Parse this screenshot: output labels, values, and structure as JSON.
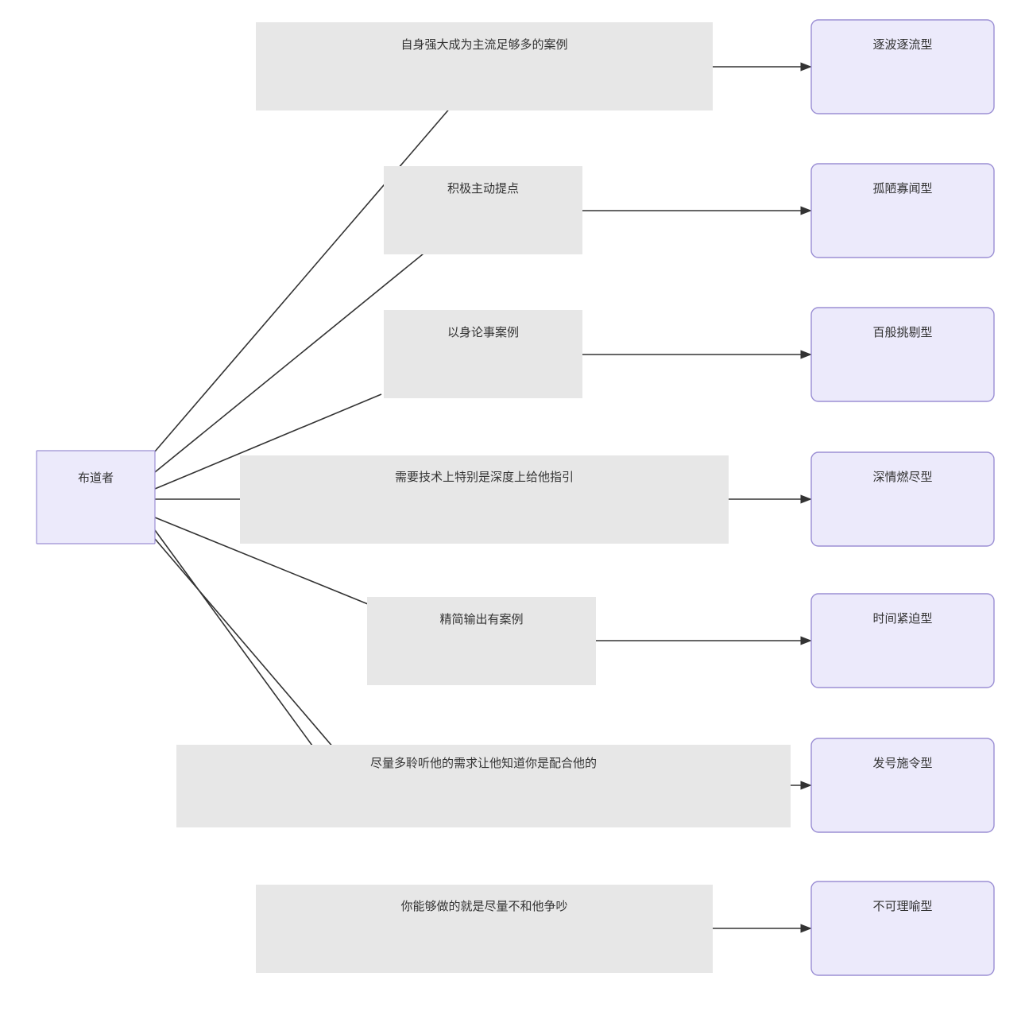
{
  "diagram": {
    "type": "flowchart",
    "direction": "left-to-right",
    "background_color": "#ffffff",
    "root": {
      "label": "布道者",
      "fill": "#ECEAFB",
      "stroke": "#9B8FD4"
    },
    "middle_fill": "#E7E7E7",
    "leaf_fill": "#ECEAFB",
    "leaf_stroke": "#9B8FD4",
    "edge_color": "#333333",
    "branches": [
      {
        "middle": "自身强大成为主流足够多的案例",
        "leaf": "逐波逐流型"
      },
      {
        "middle": "积极主动提点",
        "leaf": "孤陋寡闻型"
      },
      {
        "middle": "以身论事案例",
        "leaf": "百般挑剔型"
      },
      {
        "middle": "需要技术上特别是深度上给他指引",
        "leaf": "深情燃尽型"
      },
      {
        "middle": "精简输出有案例",
        "leaf": "时间紧迫型"
      },
      {
        "middle": "尽量多聆听他的需求让他知道你是配合他的",
        "leaf": "发号施令型"
      },
      {
        "middle": "你能够做的就是尽量不和他争吵",
        "leaf": "不可理喻型"
      }
    ]
  }
}
